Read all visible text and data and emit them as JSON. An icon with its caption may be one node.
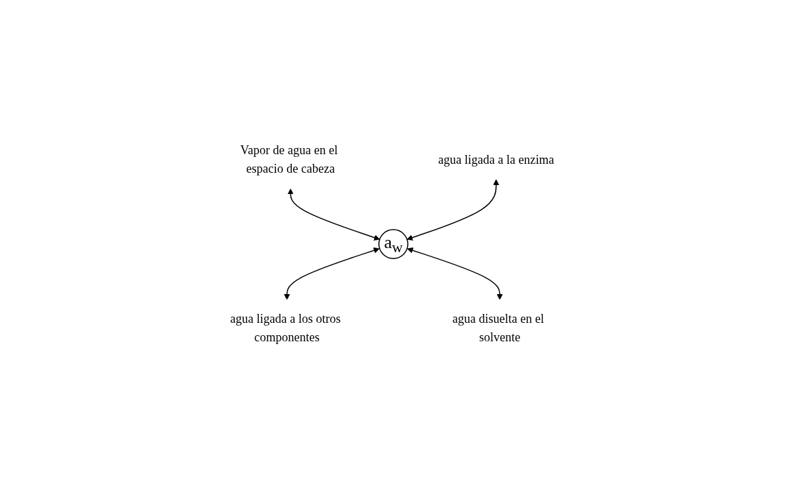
{
  "diagram": {
    "nodes": [
      {
        "text": [
          "Vapor de agua en el espacio de cabeza"
        ]
      },
      {
        "text": [
          "agua ligada a la enzima"
        ]
      },
      {
        "text": [
          "a$_{w}$"
        ]
      },
      {
        "text": [
          "agua ligada a los otros componentes"
        ]
      },
      {
        "text": [
          "agua disuelta en el solvente"
        ]
      }
    ],
    "edges": [
      {
        "from": 0,
        "to": 2,
        "arrow": "both"
      },
      {
        "from": 1,
        "to": 2,
        "arrow": "both"
      },
      {
        "from": 2,
        "to": 3,
        "arrow": "both"
      },
      {
        "from": 2,
        "to": 4,
        "arrow": "both"
      }
    ]
  }
}
